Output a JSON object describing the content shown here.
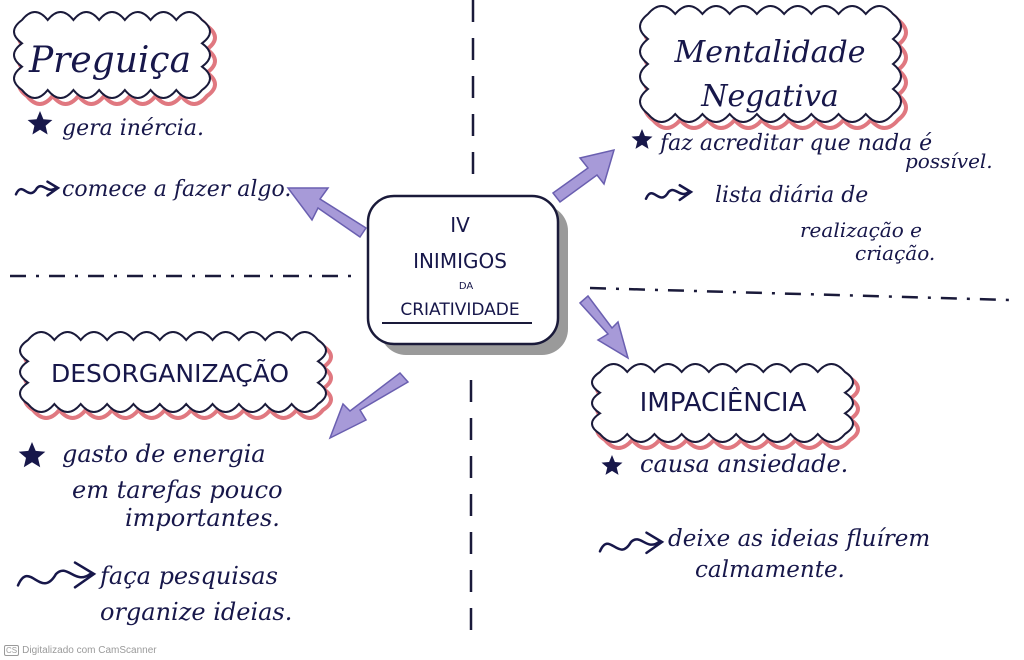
{
  "center": {
    "line1": "IV",
    "line2": "INIMIGOS",
    "line3": "DA",
    "line4": "CRIATIVIDADE"
  },
  "topics": [
    {
      "title": [
        "Preguiça"
      ],
      "star_item": [
        "gera inércia."
      ],
      "arrow_item": [
        "comece a fazer algo."
      ]
    },
    {
      "title": [
        "Mentalidade",
        "Negativa"
      ],
      "star_item": [
        "faz acreditar que nada é",
        "possível."
      ],
      "arrow_item": [
        "lista diária de",
        "realização e",
        "criação."
      ]
    },
    {
      "title": [
        "DESORGANIZAÇÃO"
      ],
      "star_item": [
        "gasto de energia",
        "em tarefas pouco",
        "importantes."
      ],
      "arrow_item": [
        "faça pesquisas",
        "organize ideias."
      ]
    },
    {
      "title": [
        "IMPACIÊNCIA"
      ],
      "star_item": [
        "causa ansiedade."
      ],
      "arrow_item": [
        "deixe as ideias fluírem",
        "calmamente."
      ]
    }
  ],
  "colors": {
    "ink": "#17174a",
    "cloud_shadow": "#e07880",
    "arrow_fill": "#a79ad8",
    "arrow_outline": "#6a5fb0"
  },
  "footer": {
    "badge": "CS",
    "text": "Digitalizado com CamScanner"
  }
}
